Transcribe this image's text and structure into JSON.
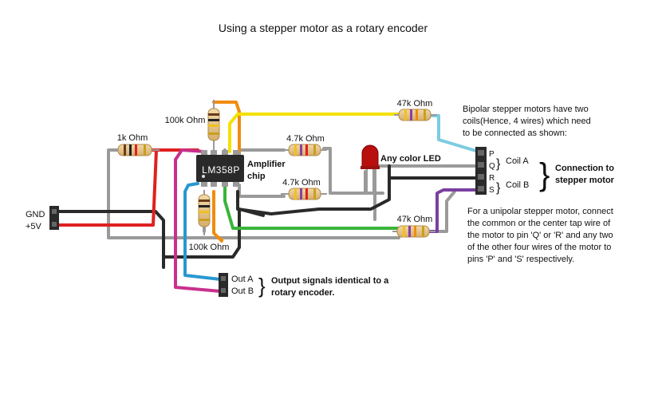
{
  "title": "Using a stepper motor as a rotary encoder",
  "chip": {
    "label": "LM358P",
    "caption_line1": "Amplifier",
    "caption_line2": "chip"
  },
  "resistors": {
    "r1k": "1k Ohm",
    "r100k_top": "100k Ohm",
    "r100k_bottom": "100k Ohm",
    "r47k_top": "47k Ohm",
    "r47k_bottom": "47k Ohm",
    "r4_7k_top": "4.7k Ohm",
    "r4_7k_bottom": "4.7k Ohm"
  },
  "led_label": "Any color LED",
  "power": {
    "gnd": "GND",
    "vcc": "+5V"
  },
  "outputs": {
    "out_a": "Out A",
    "out_b": "Out B",
    "note_line1": "Output signals identical to a",
    "note_line2": "rotary encoder."
  },
  "motor_pins": {
    "p": "P",
    "q": "Q",
    "r": "R",
    "s": "S"
  },
  "coils": {
    "a": "Coil A",
    "b": "Coil B"
  },
  "connection": {
    "line1": "Connection to",
    "line2": "stepper motor"
  },
  "bipolar_note": [
    "Bipolar stepper motors have two",
    "coils(Hence, 4 wires) which need",
    "to be connected as shown:"
  ],
  "unipolar_note": [
    "For a unipolar stepper motor, connect",
    "the common or the center tap wire of",
    "the motor to pin 'Q' or 'R' and any two",
    "of the other four wires of the motor to",
    "pins 'P' and 'S' respectively."
  ],
  "colors": {
    "gray": "#9a9a9a",
    "black": "#2a2a2a",
    "red": "#e02020",
    "orange": "#f08c10",
    "yellow": "#f5e000",
    "green": "#3ab43a",
    "blue": "#2898d0",
    "magenta": "#c8308c",
    "purple": "#7a40a0",
    "cyan": "#7ccce0"
  }
}
